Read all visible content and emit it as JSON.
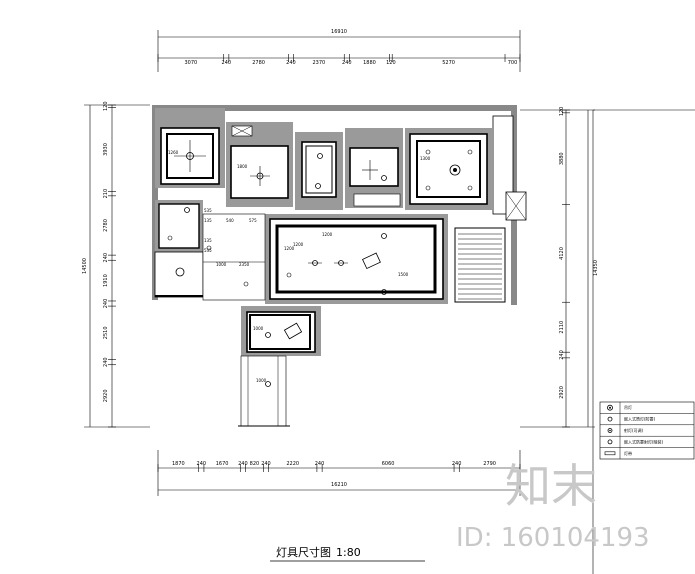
{
  "drawing": {
    "title": "灯具尺寸图",
    "scale": "1:80",
    "top_total": "16910",
    "top_segments": [
      "3070",
      "240",
      "2780",
      "240",
      "2370",
      "240",
      "1880",
      "120",
      "5270",
      "700"
    ],
    "bottom_total": "16210",
    "bottom_segments": [
      "1870",
      "240",
      "1670",
      "240",
      "820",
      "240",
      "2220",
      "240",
      "6060",
      "240",
      "2790"
    ],
    "left_total": "14500",
    "left_segments": [
      "120",
      "3930",
      "210",
      "2780",
      "240",
      "1910",
      "240",
      "2510",
      "240",
      "2920"
    ],
    "right_total": "14350",
    "right_segments": [
      "120",
      "3880",
      "4120",
      "2110",
      "240",
      "2920"
    ],
    "room_labels": {
      "ceiling_dims": [
        "1200",
        "1200",
        "1500",
        "1000",
        "1260",
        "1800",
        "2350",
        "1300",
        "1000",
        "1200",
        "1000"
      ],
      "small_dims": [
        "535",
        "135",
        "540",
        "575",
        "535",
        "135"
      ]
    }
  },
  "legend": {
    "items": [
      {
        "icon": "chandelier-icon",
        "label": "吊灯"
      },
      {
        "icon": "downlight-icon",
        "label": "嵌入式筒灯(防雾)"
      },
      {
        "icon": "spotlight-icon",
        "label": "射灯(可调)"
      },
      {
        "icon": "strip-icon",
        "label": "嵌入式防雾射灯(暗装)"
      },
      {
        "icon": "tube-icon",
        "label": "灯带"
      }
    ]
  },
  "watermark": {
    "brand": "知末",
    "id": "ID: 160104193"
  }
}
